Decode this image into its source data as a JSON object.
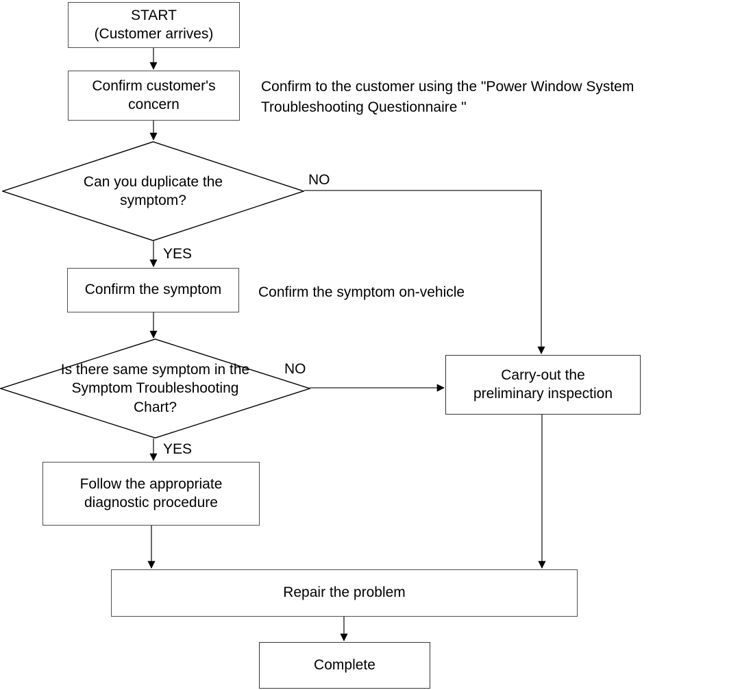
{
  "diagram": {
    "title": "Power Window System Troubleshooting Flowchart",
    "background_color": "#ffffff",
    "line_color": "#000000",
    "box_border_color": "#4d4d4d",
    "text_color": "#000000"
  },
  "nodes": {
    "start": {
      "label": "START\n(Customer arrives)",
      "shape": "rectangle"
    },
    "confirm_concern": {
      "label": "Confirm customer's\nconcern",
      "shape": "rectangle"
    },
    "duplicate_decision": {
      "label": "Can you duplicate the\nsymptom?",
      "shape": "diamond"
    },
    "confirm_symptom": {
      "label": "Confirm the symptom",
      "shape": "rectangle"
    },
    "chart_decision": {
      "label": "Is there same symptom in the\nSymptom Troubleshooting\nChart?",
      "shape": "diamond"
    },
    "preliminary_inspection": {
      "label": "Carry-out the\npreliminary inspection",
      "shape": "rectangle"
    },
    "diagnostic_procedure": {
      "label": "Follow the appropriate\ndiagnostic procedure",
      "shape": "rectangle"
    },
    "repair": {
      "label": "Repair the problem",
      "shape": "rectangle"
    },
    "complete": {
      "label": "Complete",
      "shape": "rectangle"
    }
  },
  "notes": {
    "questionnaire": "Confirm to the customer using the \"Power Window System\nTroubleshooting Questionnaire \"",
    "on_vehicle": "Confirm the symptom on-vehicle"
  },
  "edge_labels": {
    "duplicate_no": "NO",
    "duplicate_yes": "YES",
    "chart_no": "NO",
    "chart_yes": "YES"
  }
}
